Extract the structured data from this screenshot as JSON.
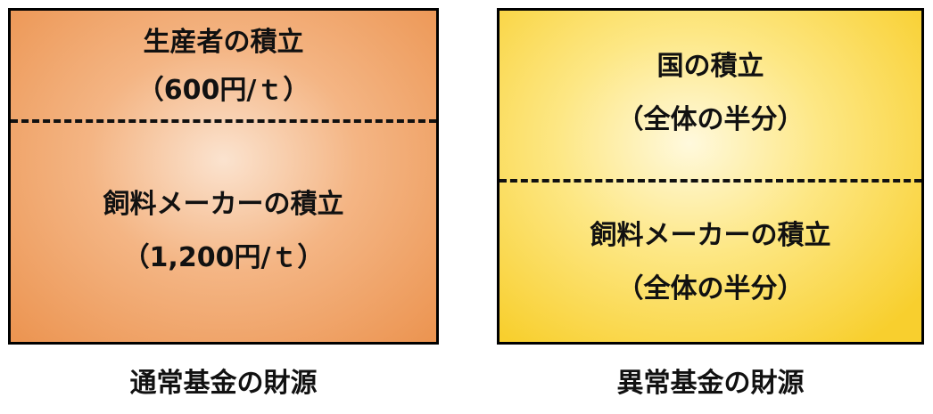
{
  "left_box": {
    "upper_title": "生産者の積立",
    "upper_amount": "（600円/ｔ）",
    "lower_title": "飼料メーカーの積立",
    "lower_amount": "（1,200円/ｔ）",
    "caption": "通常基金の財源",
    "colors": {
      "edge": "#ec9552",
      "center": "#fbe3cf"
    }
  },
  "right_box": {
    "upper_title": "国の積立",
    "upper_share": "（全体の半分）",
    "lower_title": "飼料メーカーの積立",
    "lower_share": "（全体の半分）",
    "caption": "異常基金の財源",
    "colors": {
      "edge": "#f8cf2e",
      "center": "#fff9dd"
    }
  }
}
